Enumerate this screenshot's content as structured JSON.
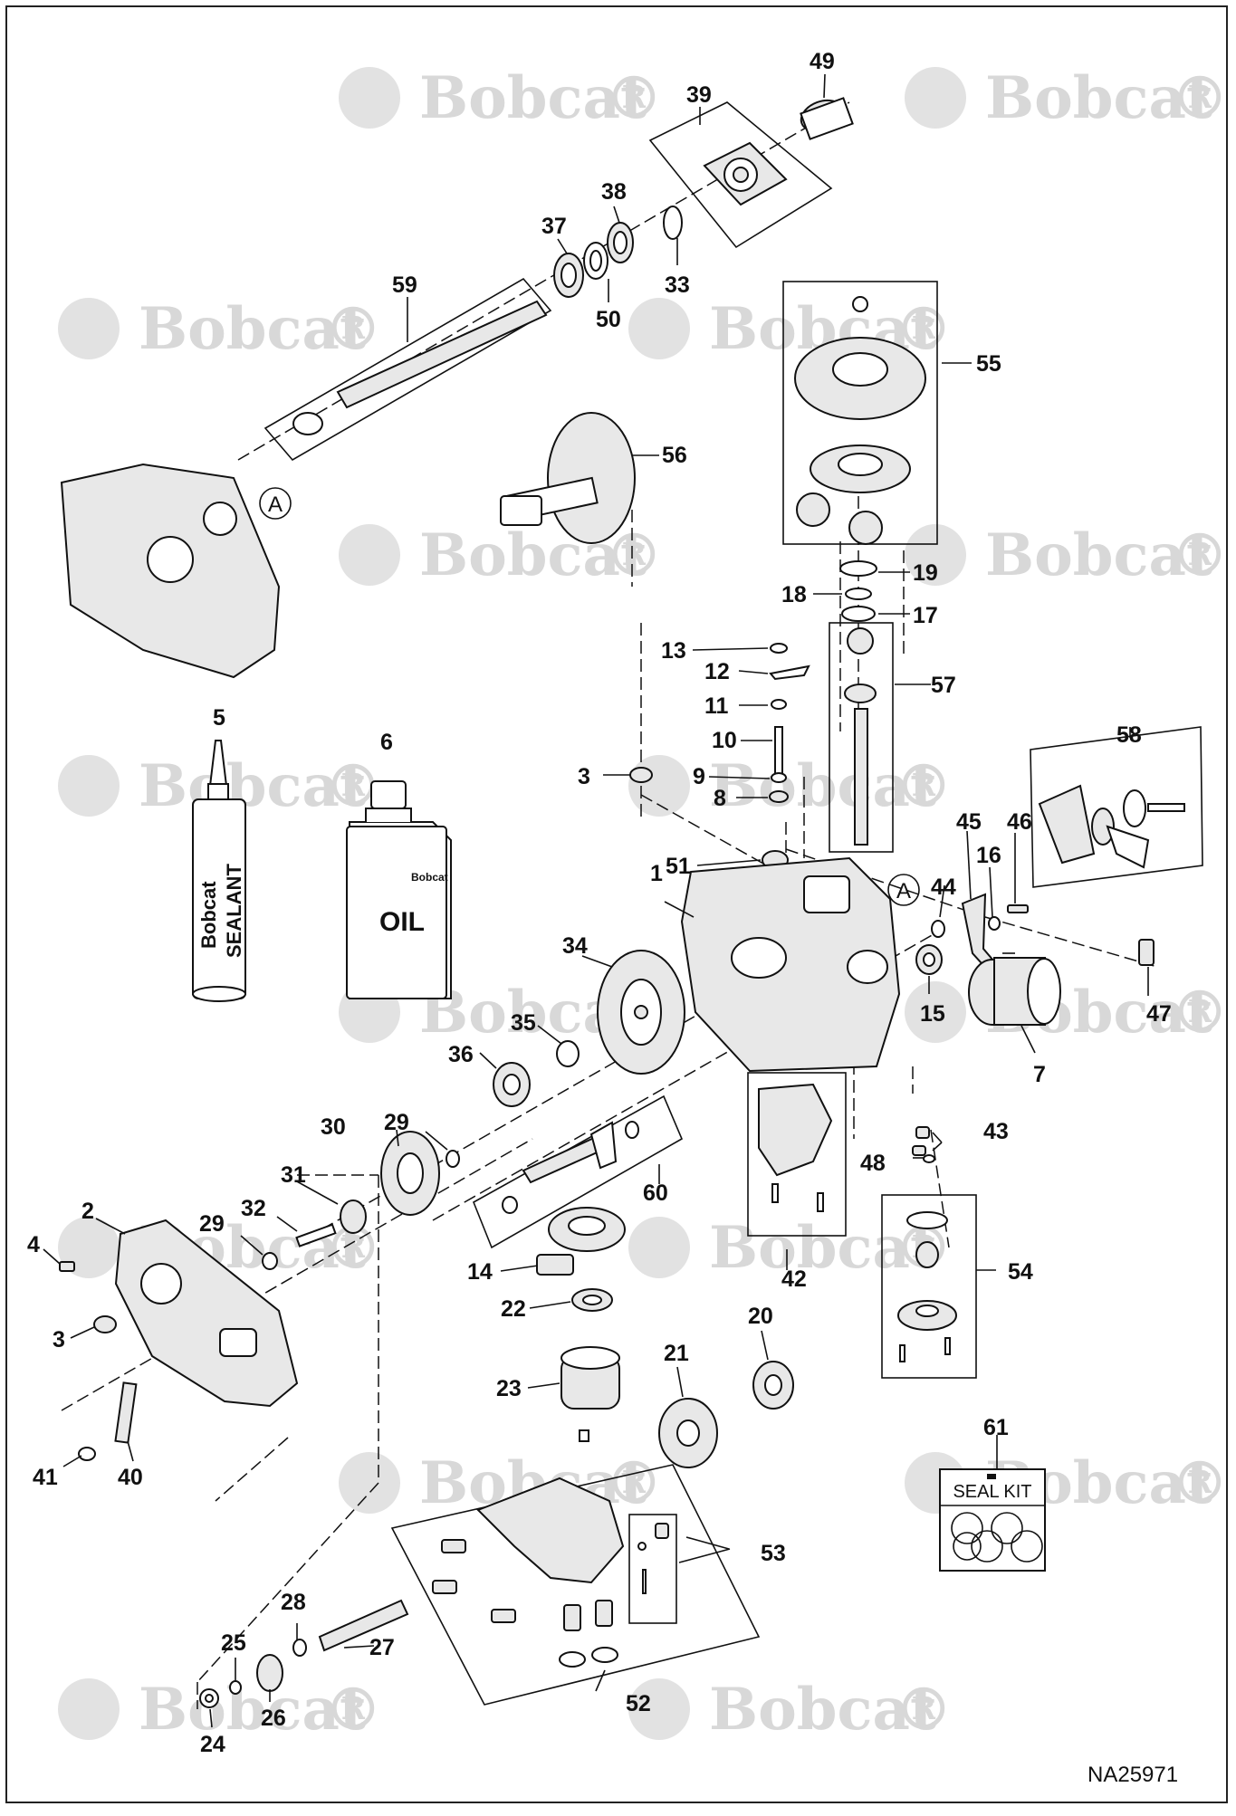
{
  "watermark": {
    "brand": "Bobcat",
    "registered": "®"
  },
  "drawing_number": "NA25971",
  "callouts": [
    "1",
    "2",
    "3",
    "3",
    "4",
    "5",
    "6",
    "7",
    "8",
    "9",
    "10",
    "11",
    "12",
    "13",
    "14",
    "15",
    "16",
    "17",
    "18",
    "19",
    "20",
    "21",
    "22",
    "23",
    "24",
    "25",
    "26",
    "27",
    "28",
    "29",
    "29",
    "30",
    "31",
    "32",
    "33",
    "34",
    "35",
    "36",
    "37",
    "38",
    "39",
    "40",
    "41",
    "42",
    "43",
    "44",
    "45",
    "46",
    "47",
    "48",
    "49",
    "50",
    "51",
    "52",
    "53",
    "54",
    "55",
    "56",
    "57",
    "58",
    "59",
    "60",
    "61"
  ],
  "reference_marks": [
    "A",
    "A"
  ],
  "sealant_tube": {
    "brand": "Bobcat",
    "label": "SEALANT"
  },
  "oil_bottle": {
    "brand": "Bobcat",
    "label": "OIL"
  },
  "seal_kit": {
    "label": "SEAL KIT"
  },
  "colors": {
    "line": "#111111",
    "watermark": "#d8d8d8",
    "background": "#ffffff"
  }
}
